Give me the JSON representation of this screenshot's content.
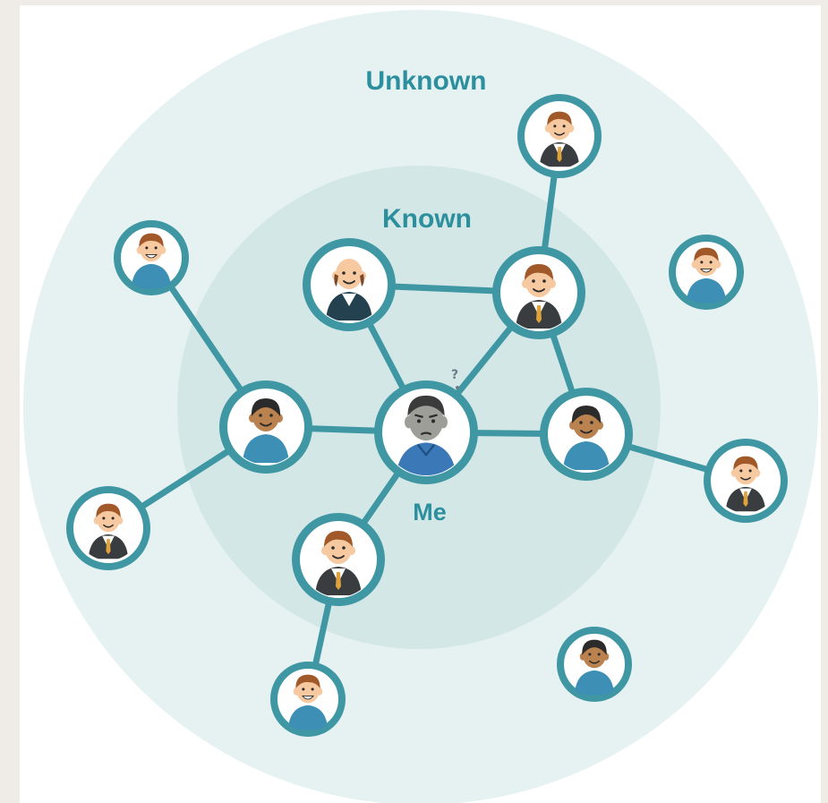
{
  "labels": {
    "outer_ring": "Unknown",
    "inner_ring": "Known",
    "center": "Me"
  },
  "colors": {
    "page_bg": "#efebe6",
    "outer_circle": "#e6f2f2",
    "inner_circle": "#d3e7e6",
    "node_ring": "#3f97a4",
    "link": "#3f97a4",
    "label_text": "#2c8f9e",
    "hair_brown": "#a2592a",
    "hair_dark": "#2b2b2b",
    "skin_light": "#f6c9a0",
    "skin_dark": "#b9824f",
    "suit": "#3a3d40",
    "shirt_blue": "#3d8fb5",
    "me_skin": "#9e9e98",
    "me_shirt": "#3a78b8"
  },
  "people": [
    {
      "id": "me",
      "zone": "center",
      "icon": "worried-man-icon"
    },
    {
      "id": "k-bald",
      "zone": "known",
      "icon": "bald-man-icon"
    },
    {
      "id": "k-suit",
      "zone": "known",
      "icon": "man-in-suit-icon"
    },
    {
      "id": "k-left",
      "zone": "known",
      "icon": "dark-skinned-man-icon"
    },
    {
      "id": "k-right",
      "zone": "known",
      "icon": "dark-skinned-man-icon"
    },
    {
      "id": "k-bottom",
      "zone": "known",
      "icon": "man-in-suit-icon"
    },
    {
      "id": "u-top",
      "zone": "unknown",
      "icon": "man-in-suit-icon"
    },
    {
      "id": "u-topleft",
      "zone": "unknown",
      "icon": "smiling-man-icon"
    },
    {
      "id": "u-topright",
      "zone": "unknown",
      "icon": "smiling-man-icon"
    },
    {
      "id": "u-left",
      "zone": "unknown",
      "icon": "man-in-suit-icon"
    },
    {
      "id": "u-right",
      "zone": "unknown",
      "icon": "man-in-suit-icon"
    },
    {
      "id": "u-bottom",
      "zone": "unknown",
      "icon": "smiling-man-icon"
    },
    {
      "id": "u-bottomright",
      "zone": "unknown",
      "icon": "dark-skinned-man-icon"
    }
  ],
  "links": [
    [
      "me",
      "k-bald"
    ],
    [
      "me",
      "k-suit"
    ],
    [
      "me",
      "k-left"
    ],
    [
      "me",
      "k-right"
    ],
    [
      "me",
      "k-bottom"
    ],
    [
      "k-bald",
      "k-suit"
    ],
    [
      "k-suit",
      "k-right"
    ],
    [
      "k-suit",
      "u-top"
    ],
    [
      "k-left",
      "u-topleft"
    ],
    [
      "k-left",
      "u-left"
    ],
    [
      "k-right",
      "u-right"
    ],
    [
      "k-bottom",
      "u-bottom"
    ]
  ]
}
